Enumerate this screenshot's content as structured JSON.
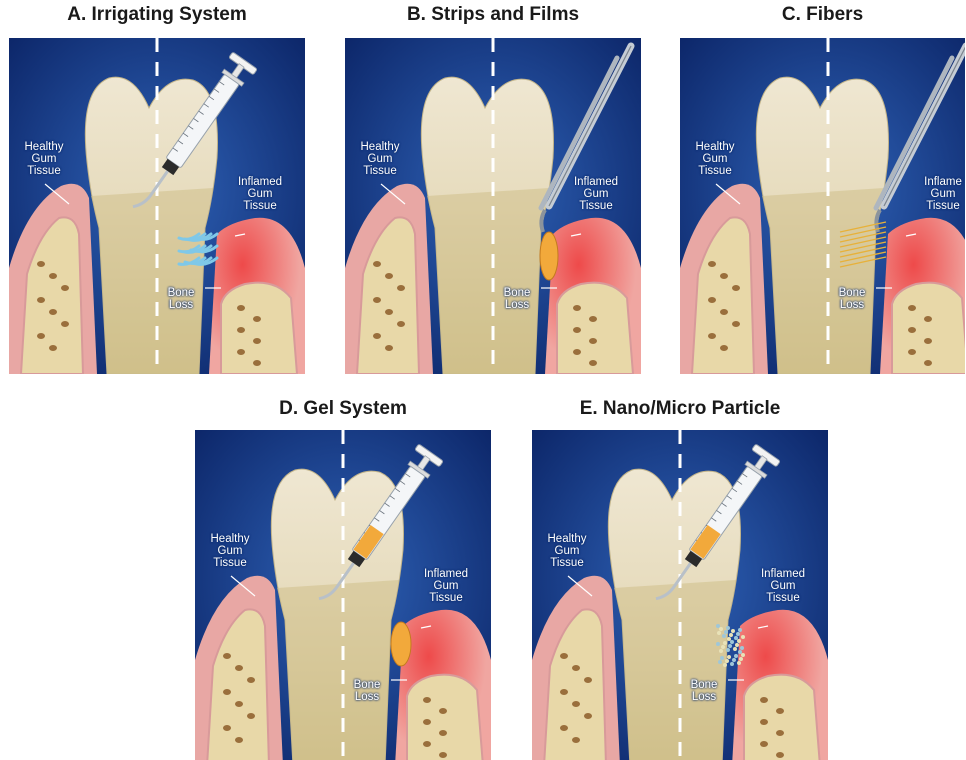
{
  "panels": [
    {
      "id": "A",
      "title": "A. Irrigating System",
      "device": "syringe-irrigation",
      "labels": {
        "healthy": [
          "Healthy",
          "Gum",
          "Tissue"
        ],
        "inflamed": [
          "Inflamed",
          "Gum",
          "Tissue"
        ],
        "bone": [
          "Bone",
          "Loss"
        ]
      }
    },
    {
      "id": "B",
      "title": "B. Strips and Films",
      "device": "forceps-strip",
      "labels": {
        "healthy": [
          "Healthy",
          "Gum",
          "Tissue"
        ],
        "inflamed": [
          "Inflamed",
          "Gum",
          "Tissue"
        ],
        "bone": [
          "Bone",
          "Loss"
        ]
      }
    },
    {
      "id": "C",
      "title": "C. Fibers",
      "device": "forceps-fibers",
      "labels": {
        "healthy": [
          "Healthy",
          "Gum",
          "Tissue"
        ],
        "inflamed": [
          "Inflame",
          "Gum",
          "Tissue"
        ],
        "bone": [
          "Bone",
          "Loss"
        ]
      }
    },
    {
      "id": "D",
      "title": "D. Gel System",
      "device": "syringe-gel",
      "labels": {
        "healthy": [
          "Healthy",
          "Gum",
          "Tissue"
        ],
        "inflamed": [
          "Inflamed",
          "Gum",
          "Tissue"
        ],
        "bone": [
          "Bone",
          "Loss"
        ]
      }
    },
    {
      "id": "E",
      "title": "E. Nano/Micro Particle",
      "device": "syringe-particles",
      "labels": {
        "healthy": [
          "Healthy",
          "Gum",
          "Tissue"
        ],
        "inflamed": [
          "Inflamed",
          "Gum",
          "Tissue"
        ],
        "bone": [
          "Bone",
          "Loss"
        ]
      }
    }
  ],
  "colors": {
    "background_dark": "#0b2466",
    "background_light": "#2f63b8",
    "gum": "#e8a7a4",
    "inflamed": "#ee4a4a",
    "tooth_crown": "#efe7d2",
    "tooth_root": "#cfc08a",
    "bone": "#e8d8a8",
    "gel": "#f2a93b",
    "fiber": "#e7b13a",
    "irrigation": "#7fc8e8"
  }
}
